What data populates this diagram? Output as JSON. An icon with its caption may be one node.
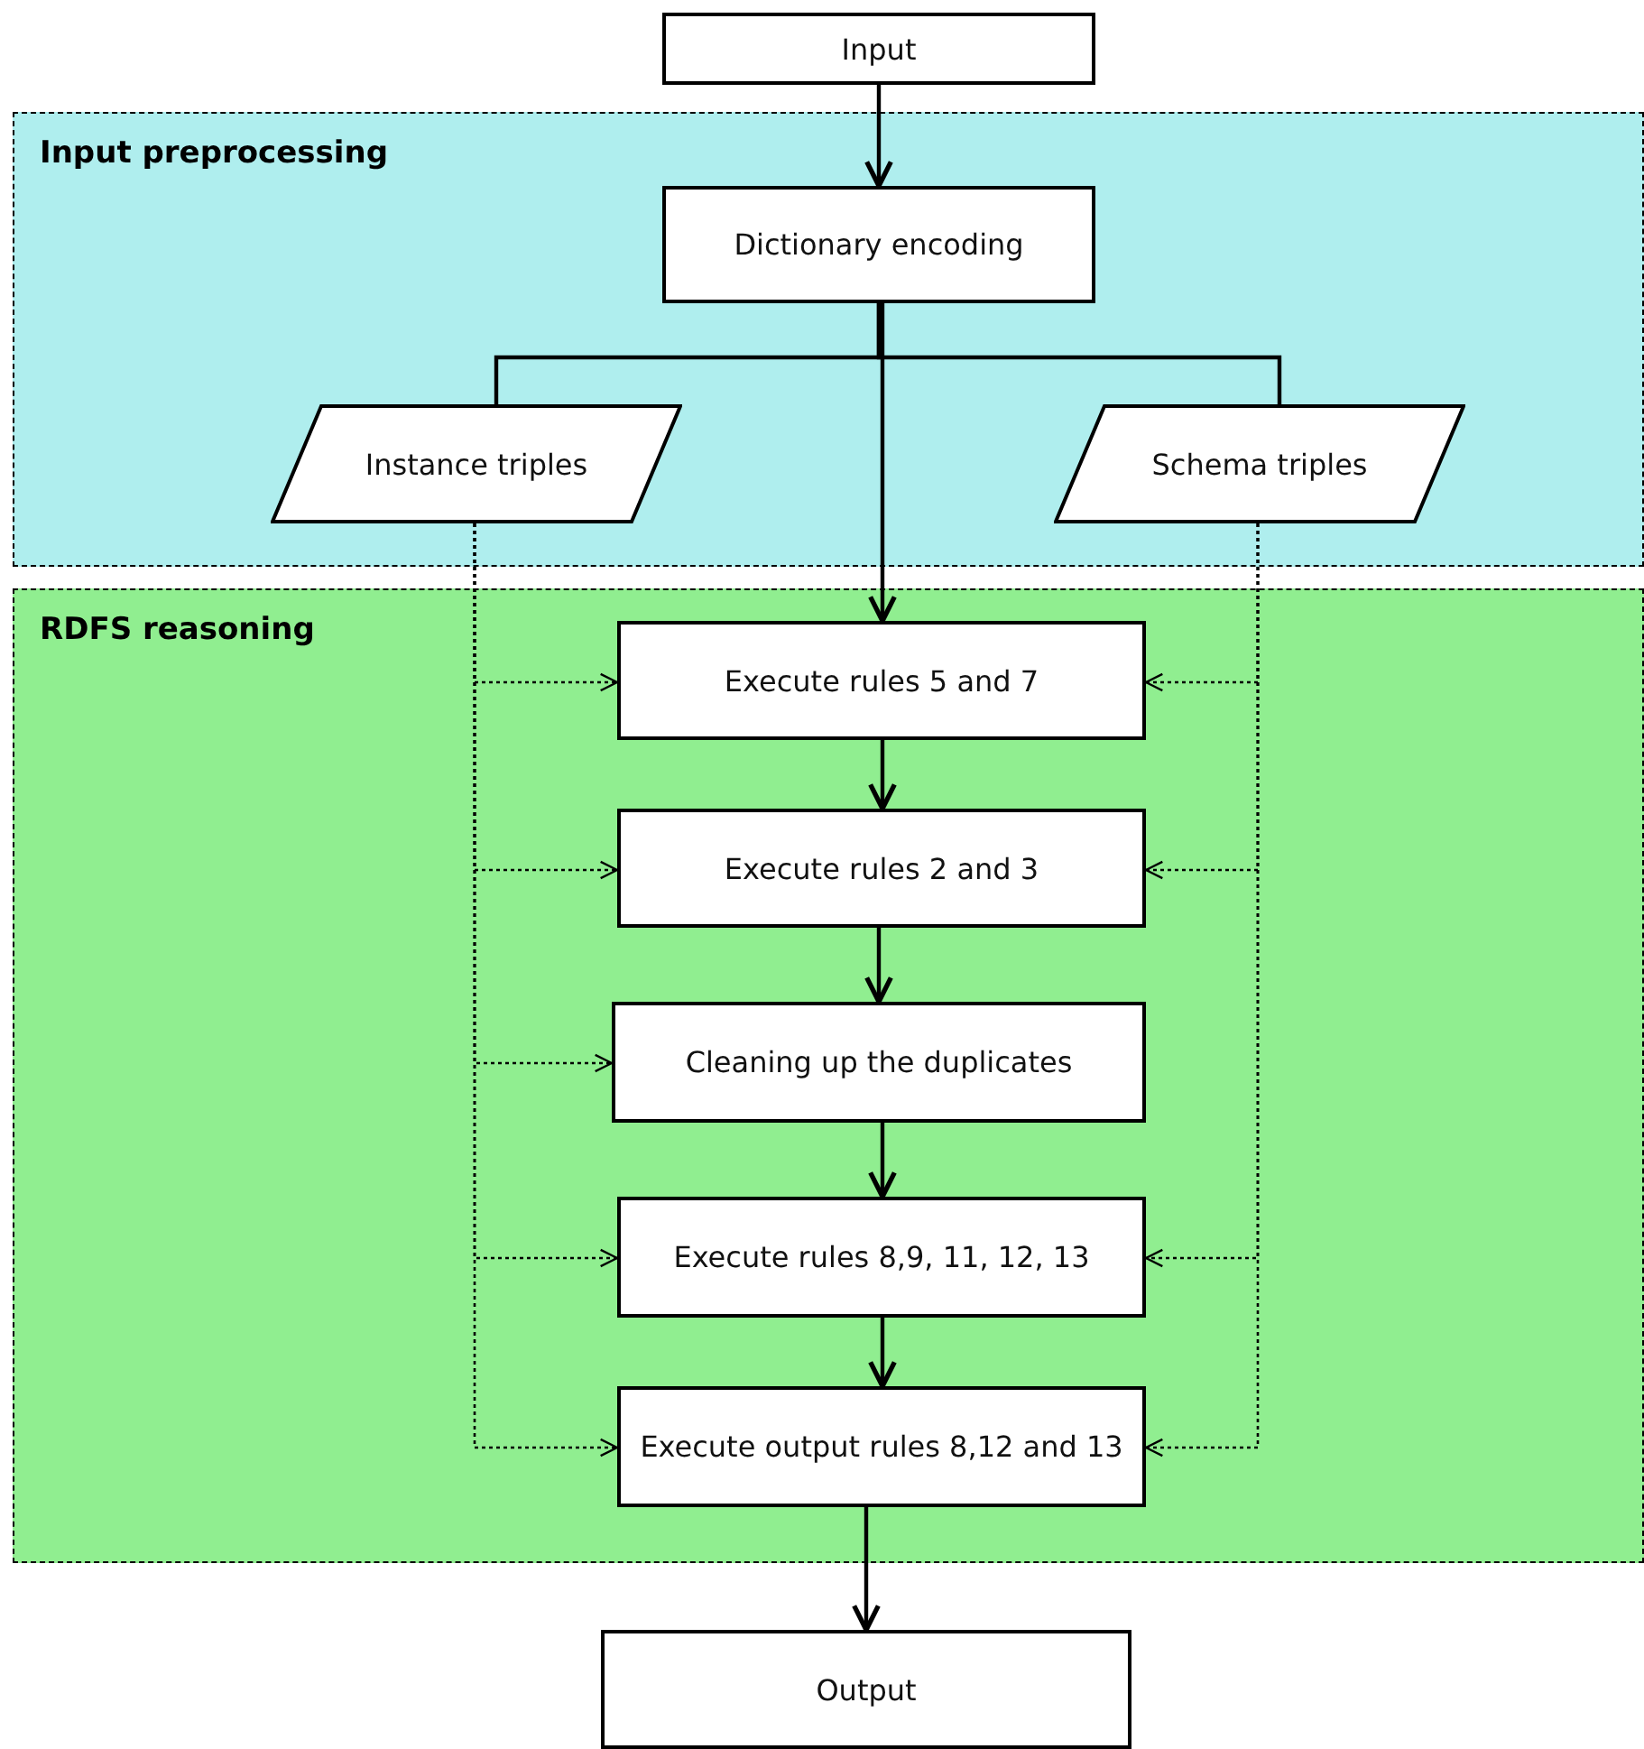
{
  "diagram": {
    "nodes": [
      {
        "text": [
          "Input"
        ]
      },
      {
        "text": [
          "Input preprocessing"
        ]
      },
      {
        "text": [
          "Dictionary encoding"
        ],
        "in": 1
      },
      {
        "text": [
          "Instance triples"
        ],
        "in": 1
      },
      {
        "text": [
          "Schema triples"
        ],
        "in": 1
      },
      {
        "text": [
          "RDFS reasoning"
        ]
      },
      {
        "text": [
          "Execute rules 5 and 7"
        ],
        "in": 5
      },
      {
        "text": [
          "Execute rules 2 and 3"
        ],
        "in": 5
      },
      {
        "text": [
          "Cleaning up the duplicates"
        ],
        "in": 5
      },
      {
        "text": [
          "Execute rules 8,9, 11, 12, 13"
        ],
        "in": 5
      },
      {
        "text": [
          "Execute output rules 8,12 and 13"
        ],
        "in": 5
      },
      {
        "text": [
          "Output"
        ]
      }
    ],
    "edges": [
      {
        "from": 0,
        "to": 2,
        "arrow": "to"
      },
      {
        "from": 2,
        "to": 3,
        "arrow": "none"
      },
      {
        "from": 2,
        "to": 4,
        "arrow": "none"
      },
      {
        "from": 2,
        "to": 6,
        "arrow": "to"
      },
      {
        "from": 6,
        "to": 7,
        "arrow": "to"
      },
      {
        "from": 7,
        "to": 8,
        "arrow": "to"
      },
      {
        "from": 8,
        "to": 9,
        "arrow": "to"
      },
      {
        "from": 9,
        "to": 10,
        "arrow": "to"
      },
      {
        "from": 10,
        "to": 11,
        "arrow": "to"
      },
      {
        "from": 3,
        "to": 6,
        "arrow": "to",
        "style": "dashed"
      },
      {
        "from": 3,
        "to": 7,
        "arrow": "to",
        "style": "dashed"
      },
      {
        "from": 3,
        "to": 8,
        "arrow": "to",
        "style": "dashed"
      },
      {
        "from": 3,
        "to": 9,
        "arrow": "to",
        "style": "dashed"
      },
      {
        "from": 3,
        "to": 10,
        "arrow": "to",
        "style": "dashed"
      },
      {
        "from": 4,
        "to": 6,
        "arrow": "to",
        "style": "dashed"
      },
      {
        "from": 4,
        "to": 7,
        "arrow": "to",
        "style": "dashed"
      },
      {
        "from": 4,
        "to": 9,
        "arrow": "to",
        "style": "dashed"
      },
      {
        "from": 4,
        "to": 10,
        "arrow": "to",
        "style": "dashed"
      }
    ]
  }
}
